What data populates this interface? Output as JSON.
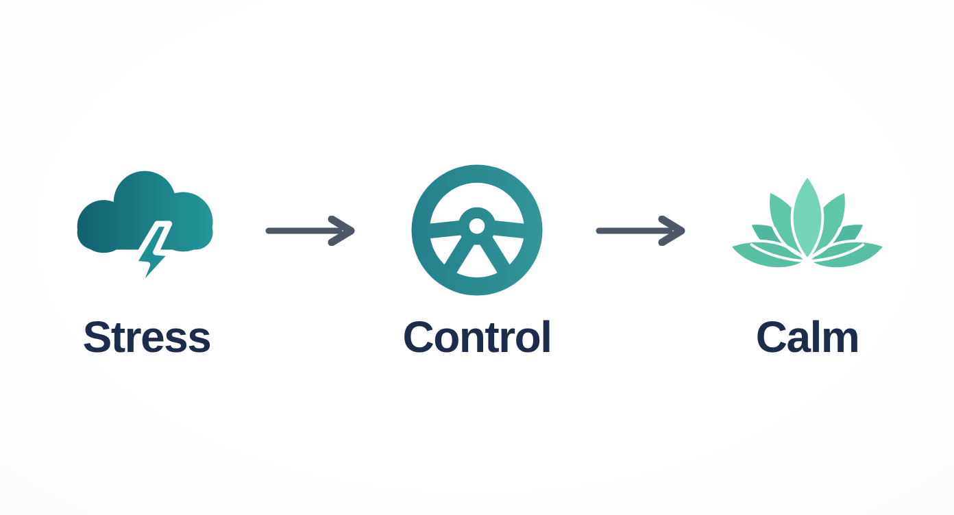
{
  "diagram": {
    "type": "flow",
    "direction": "left-to-right",
    "steps": [
      {
        "label": "Stress",
        "icon": "storm-cloud-lightning-icon"
      },
      {
        "label": "Control",
        "icon": "steering-wheel-icon"
      },
      {
        "label": "Calm",
        "icon": "lotus-flower-icon"
      }
    ],
    "connectors": [
      {
        "from": "Stress",
        "to": "Control",
        "icon": "right-arrow-icon"
      },
      {
        "from": "Control",
        "to": "Calm",
        "icon": "right-arrow-icon"
      }
    ],
    "colors": {
      "cloud_gradient_start": "#11616e",
      "cloud_gradient_end": "#24989b",
      "bolt": "#1d9094",
      "wheel_gradient_start": "#24808a",
      "wheel_gradient_end": "#339597",
      "lotus_center": "#74d4ba",
      "lotus_inner": "#5fc6aa",
      "lotus_outer": "#4fb89e",
      "lotus_bottom": "#58bfa4",
      "arrow": "#4e5765",
      "label_text": "#1e2c4c",
      "background": "#ffffff"
    }
  }
}
